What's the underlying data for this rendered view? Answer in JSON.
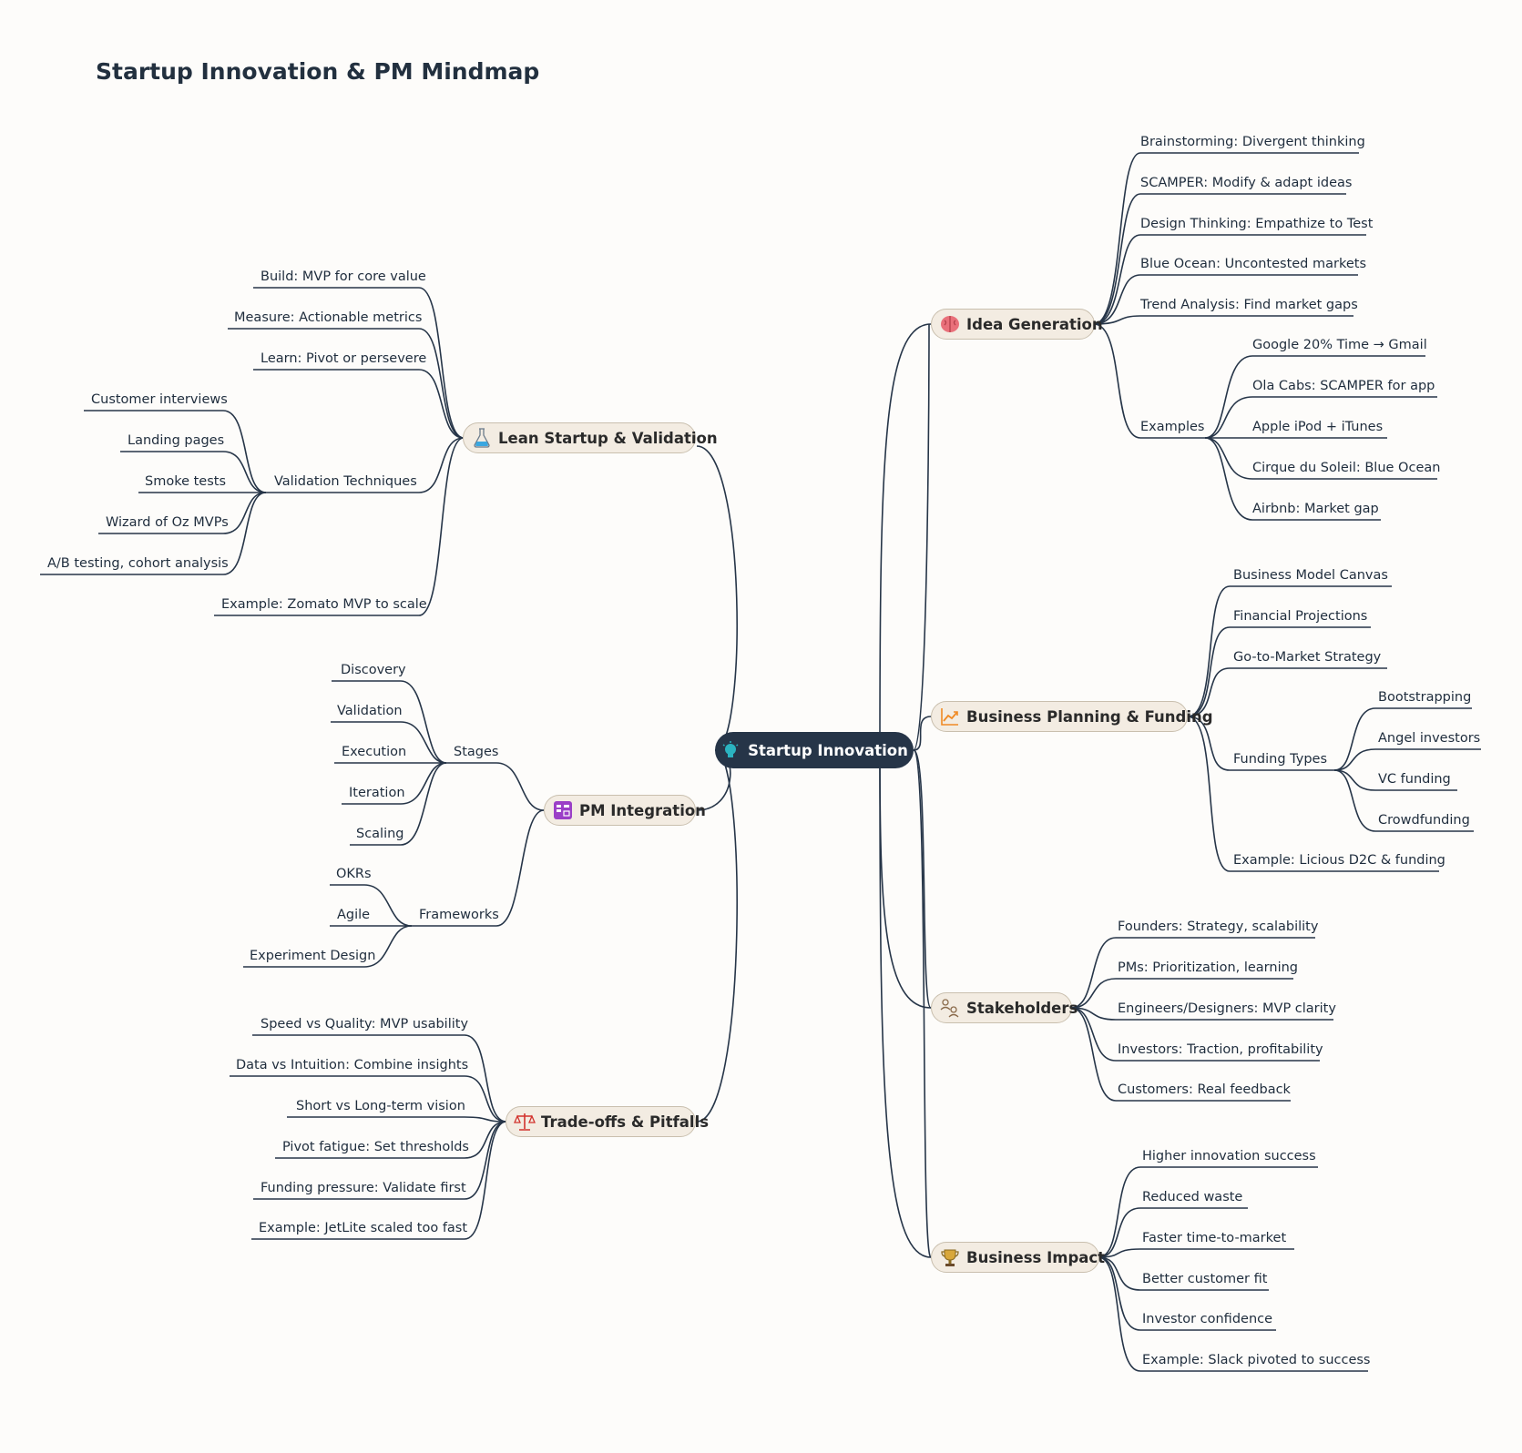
{
  "title": "Startup Innovation & PM Mindmap",
  "root": {
    "label": "Startup Innovation",
    "icon": "lightbulb-icon"
  },
  "branches": {
    "idea": {
      "label": "Idea Generation",
      "icon": "brain-icon",
      "items": [
        "Brainstorming: Divergent thinking",
        "SCAMPER: Modify & adapt ideas",
        "Design Thinking: Empathize to Test",
        "Blue Ocean: Uncontested markets",
        "Trend Analysis: Find market gaps"
      ],
      "examples": {
        "label": "Examples",
        "items": [
          "Google 20% Time → Gmail",
          "Ola Cabs: SCAMPER for app",
          "Apple iPod + iTunes",
          "Cirque du Soleil: Blue Ocean",
          "Airbnb: Market gap"
        ]
      }
    },
    "planning": {
      "label": "Business Planning & Funding",
      "icon": "trend-chart-icon",
      "items": [
        "Business Model Canvas",
        "Financial Projections",
        "Go-to-Market Strategy"
      ],
      "funding": {
        "label": "Funding Types",
        "items": [
          "Bootstrapping",
          "Angel investors",
          "VC funding",
          "Crowdfunding"
        ]
      },
      "example": "Example: Licious D2C & funding"
    },
    "stakeholders": {
      "label": "Stakeholders",
      "icon": "people-icon",
      "items": [
        "Founders: Strategy, scalability",
        "PMs: Prioritization, learning",
        "Engineers/Designers: MVP clarity",
        "Investors: Traction, profitability",
        "Customers: Real feedback"
      ]
    },
    "impact": {
      "label": "Business Impact",
      "icon": "trophy-icon",
      "items": [
        "Higher innovation success",
        "Reduced waste",
        "Faster time-to-market",
        "Better customer fit",
        "Investor confidence",
        "Example: Slack pivoted to success"
      ]
    },
    "lean": {
      "label": "Lean Startup & Validation",
      "icon": "flask-icon",
      "items": [
        "Build: MVP for core value",
        "Measure: Actionable metrics",
        "Learn: Pivot or persevere"
      ],
      "validation": {
        "label": "Validation Techniques",
        "items": [
          "Customer interviews",
          "Landing pages",
          "Smoke tests",
          "Wizard of Oz MVPs",
          "A/B testing, cohort analysis"
        ]
      },
      "example": "Example: Zomato MVP to scale"
    },
    "pm": {
      "label": "PM Integration",
      "icon": "kanban-icon",
      "stages": {
        "label": "Stages",
        "items": [
          "Discovery",
          "Validation",
          "Execution",
          "Iteration",
          "Scaling"
        ]
      },
      "frameworks": {
        "label": "Frameworks",
        "items": [
          "OKRs",
          "Agile",
          "Experiment Design"
        ]
      }
    },
    "tradeoffs": {
      "label": "Trade-offs & Pitfalls",
      "icon": "scale-icon",
      "items": [
        "Speed vs Quality: MVP usability",
        "Data vs Intuition: Combine insights",
        "Short vs Long-term vision",
        "Pivot fatigue: Set thresholds",
        "Funding pressure: Validate first",
        "Example: JetLite scaled too fast"
      ]
    }
  }
}
